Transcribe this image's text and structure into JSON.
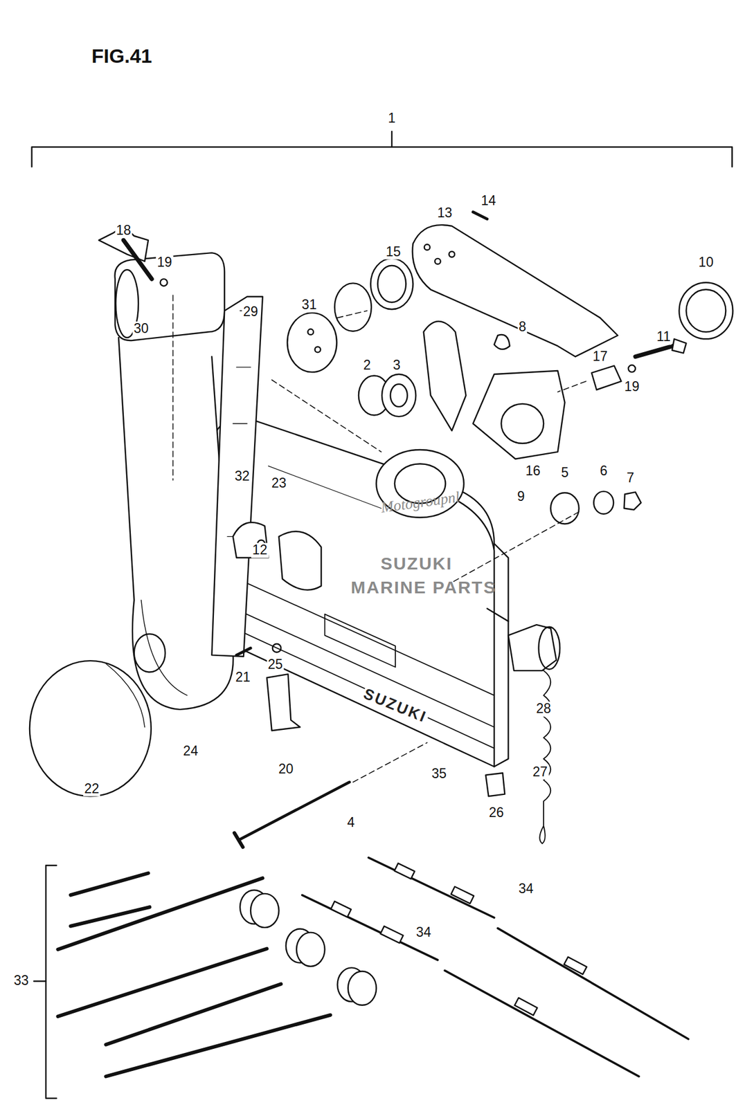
{
  "diagram": {
    "title": "FIG.41",
    "labels": [
      "1",
      "14",
      "13",
      "18",
      "19",
      "15",
      "10",
      "31",
      "29",
      "8",
      "11",
      "30",
      "2",
      "3",
      "17",
      "19",
      "Motogroupnl",
      "16",
      "5",
      "6",
      "7",
      "32",
      "23",
      "9",
      "12",
      "SUZUKI",
      "MARINE PARTS",
      "25",
      "21",
      "SUZUKI",
      "28",
      "24",
      "20",
      "35",
      "27",
      "22",
      "26",
      "4",
      "34",
      "34",
      "33"
    ]
  }
}
